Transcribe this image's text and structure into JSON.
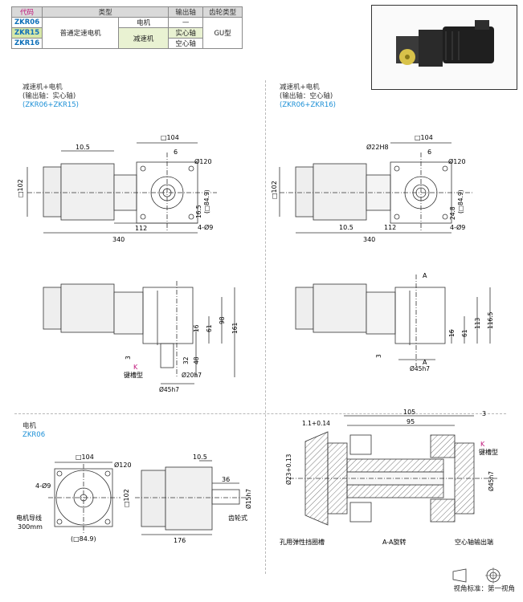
{
  "spec_table": {
    "headers": {
      "code": "代码",
      "type": "类型",
      "output_shaft": "输出轴",
      "gear_type": "齿轮类型"
    },
    "rows": [
      {
        "code": "ZKR06",
        "shaft": "—"
      },
      {
        "code": "ZKR15",
        "shaft": "实心轴"
      },
      {
        "code": "ZKR16",
        "shaft": "空心轴"
      }
    ],
    "type_main": "普通定速电机",
    "type_motor": "电机",
    "type_reducer": "减速机",
    "gear_value": "GU型"
  },
  "section1": {
    "title": "减速机+电机",
    "subtitle": "(输出轴：实心轴)",
    "codes": "(ZKR06+ZKR15)"
  },
  "section2": {
    "title": "减速机+电机",
    "subtitle": "(输出轴：空心轴)",
    "codes": "(ZKR06+ZKR16)"
  },
  "section3": {
    "title": "电机",
    "codes": "ZKR06"
  },
  "dims": {
    "sq104": "□104",
    "d10_5": "10.5",
    "d6": "6",
    "phi120": "Ø120",
    "sq102": "□102",
    "sq84_9": "(□84.9)",
    "d16_5": "16.5",
    "d4phi9": "4-Ø9",
    "d112": "112",
    "d340": "340",
    "phi22": "Ø22H8",
    "d24_8": "24.8",
    "d16": "16",
    "d61": "61",
    "d98": "98",
    "d161": "161",
    "d3": "3",
    "d32": "32",
    "d48": "48",
    "key_k": "K",
    "keyway": "键槽型",
    "phi20": "Ø20h7",
    "phi45": "Ø45h7",
    "letter_a": "A",
    "d113": "113",
    "d116_5": "116.5",
    "d176": "176",
    "d36": "36",
    "phi15": "Ø15h7",
    "gear_style": "齿轮式",
    "lead_wire": "电机导线",
    "d300": "300mm",
    "d4phi9b": "4-Ø9",
    "d105": "105",
    "d95": "95",
    "d1_1": "1.1+0.14",
    "phi23": "Ø23+0.13",
    "circlip": "孔用弹性挡圈槽",
    "aa_rot": "A-A旋转",
    "hollow_end": "空心轴输出端"
  },
  "footer": "视角标准：第一视角",
  "colors": {
    "brand_blue": "#1b8fd6",
    "code_magenta": "#c0157a",
    "hatch": "#555555"
  }
}
